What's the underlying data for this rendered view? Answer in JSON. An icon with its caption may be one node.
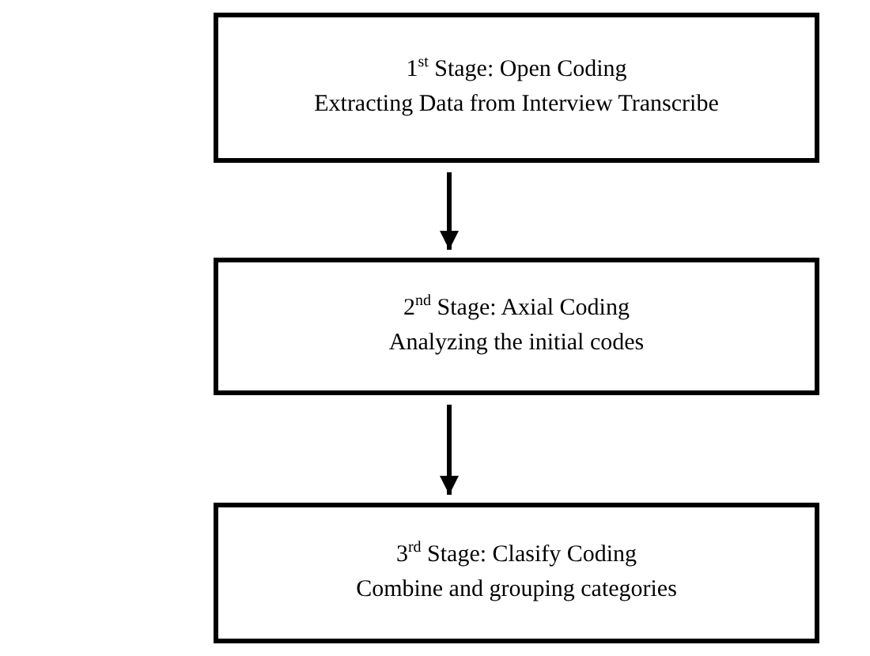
{
  "diagram": {
    "nodes": [
      {
        "text": [
          "1$^{st}$ Stage: Open Coding",
          "Extracting Data from Interview Transcribe"
        ]
      },
      {
        "text": [
          "2$^{nd}$ Stage: Axial Coding",
          "Analyzing the initial codes"
        ]
      },
      {
        "text": [
          "3$^{rd}$ Stage: Clasify Coding",
          "Combine and grouping categories"
        ]
      }
    ],
    "edges": [
      {
        "from": 0,
        "to": 1,
        "arrow": "to"
      },
      {
        "from": 1,
        "to": 2,
        "arrow": "to"
      }
    ]
  }
}
